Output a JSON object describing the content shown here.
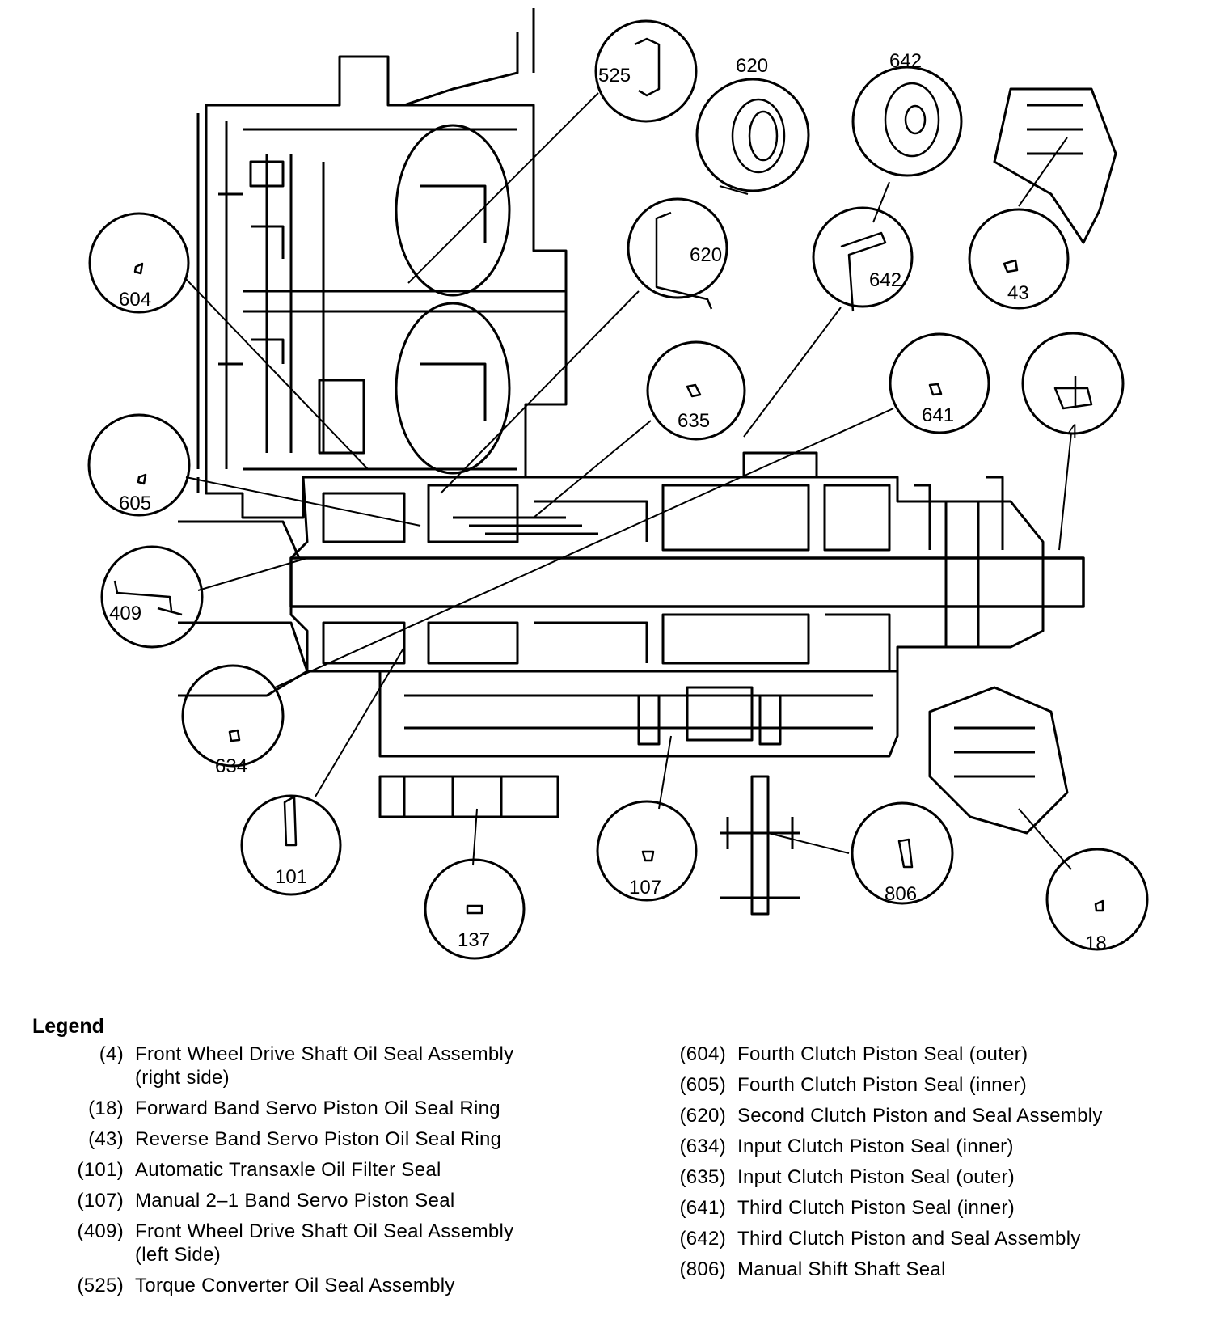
{
  "callouts": [
    {
      "id": "c525",
      "label": "525"
    },
    {
      "id": "c620a",
      "label": "620"
    },
    {
      "id": "c620b",
      "label": "620"
    },
    {
      "id": "c642a",
      "label": "642"
    },
    {
      "id": "c642b",
      "label": "642"
    },
    {
      "id": "c604",
      "label": "604"
    },
    {
      "id": "c43",
      "label": "43"
    },
    {
      "id": "c635",
      "label": "635"
    },
    {
      "id": "c641",
      "label": "641"
    },
    {
      "id": "c4",
      "label": "4"
    },
    {
      "id": "c605",
      "label": "605"
    },
    {
      "id": "c409",
      "label": "409"
    },
    {
      "id": "c634",
      "label": "634"
    },
    {
      "id": "c101",
      "label": "101"
    },
    {
      "id": "c137",
      "label": "137"
    },
    {
      "id": "c107",
      "label": "107"
    },
    {
      "id": "c806",
      "label": "806"
    },
    {
      "id": "c18",
      "label": "18"
    }
  ],
  "legend": {
    "title": "Legend",
    "left": [
      {
        "code": "(4)",
        "text": "Front Wheel Drive Shaft Oil Seal Assembly\n(right side)"
      },
      {
        "code": "(18)",
        "text": "Forward Band Servo Piston Oil Seal Ring"
      },
      {
        "code": "(43)",
        "text": "Reverse Band Servo Piston Oil Seal Ring"
      },
      {
        "code": "(101)",
        "text": "Automatic Transaxle Oil Filter Seal"
      },
      {
        "code": "(107)",
        "text": "Manual 2–1 Band Servo Piston Seal"
      },
      {
        "code": "(409)",
        "text": "Front Wheel Drive Shaft Oil Seal Assembly\n(left Side)"
      },
      {
        "code": "(525)",
        "text": "Torque Converter Oil Seal Assembly"
      }
    ],
    "right": [
      {
        "code": "(604)",
        "text": "Fourth Clutch Piston Seal (outer)"
      },
      {
        "code": "(605)",
        "text": "Fourth Clutch Piston Seal (inner)"
      },
      {
        "code": "(620)",
        "text": "Second Clutch Piston and Seal Assembly"
      },
      {
        "code": "(634)",
        "text": "Input Clutch Piston Seal (inner)"
      },
      {
        "code": "(635)",
        "text": "Input Clutch Piston Seal (outer)"
      },
      {
        "code": "(641)",
        "text": "Third Clutch Piston Seal (inner)"
      },
      {
        "code": "(642)",
        "text": "Third Clutch Piston and Seal Assembly"
      },
      {
        "code": "(806)",
        "text": "Manual Shift Shaft Seal"
      }
    ]
  }
}
